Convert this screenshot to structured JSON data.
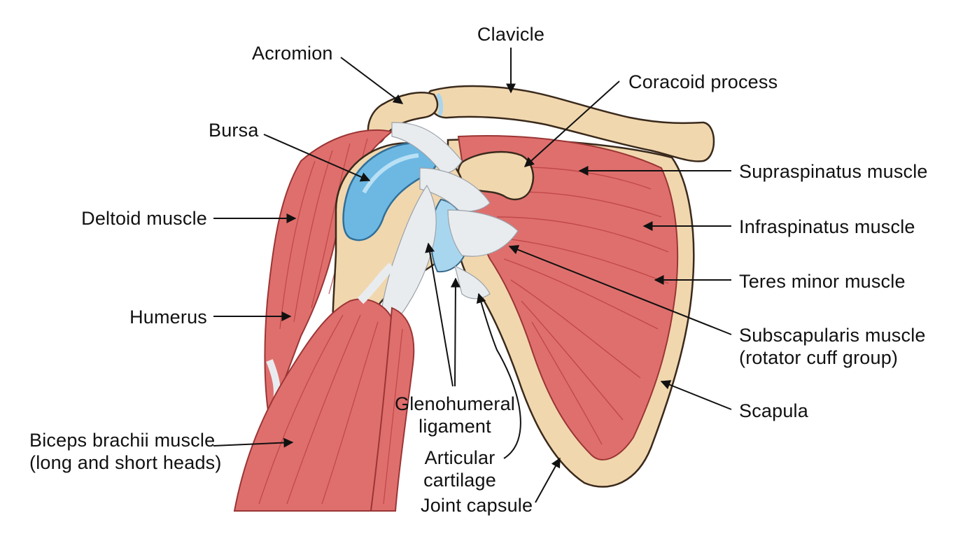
{
  "colors": {
    "bone": "#f1d7ae",
    "bone_outline": "#3a2a1c",
    "muscle": "#df6f6d",
    "muscle_dark": "#b9403f",
    "tendon": "#e9ecef",
    "bursa": "#6cb8e3",
    "cartilage": "#a9d6ef",
    "arrow": "#111111"
  },
  "labels": {
    "clavicle": "Clavicle",
    "acromion": "Acromion",
    "coracoid": "Coracoid process",
    "bursa": "Bursa",
    "supraspinatus": "Supraspinatus muscle",
    "infraspinatus": "Infraspinatus muscle",
    "deltoid": "Deltoid muscle",
    "teres_minor": "Teres minor muscle",
    "humerus": "Humerus",
    "subscapularis_line1": "Subscapularis muscle",
    "subscapularis_line2": "(rotator cuff group)",
    "scapula": "Scapula",
    "glenohumeral_line1": "Glenohumeral",
    "glenohumeral_line2": "ligament",
    "biceps_line1": "Biceps brachii muscle",
    "biceps_line2": "(long and short heads)",
    "cartilage_line1": "Articular",
    "cartilage_line2": "cartilage",
    "capsule": "Joint capsule"
  }
}
